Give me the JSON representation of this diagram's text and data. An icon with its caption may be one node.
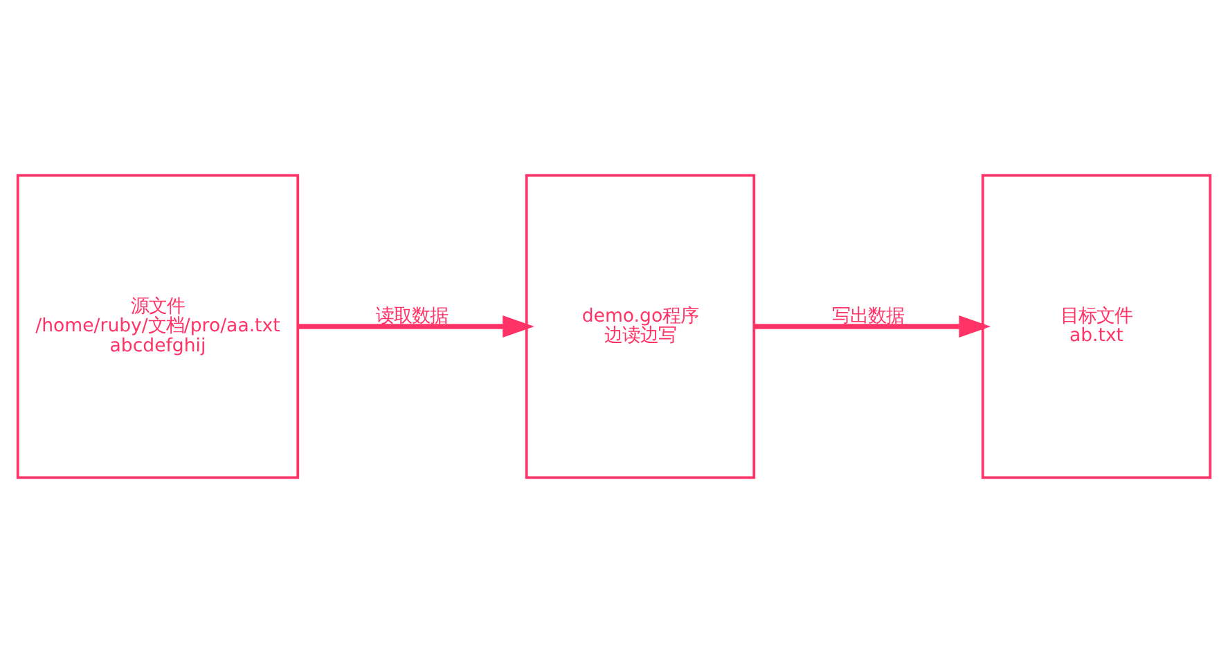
{
  "diagram": {
    "nodes": [
      {
        "text": [
          "源文件",
          "/home/ruby/文档/pro/aa.txt",
          "abcdefghij"
        ]
      },
      {
        "text": [
          "demo.go程序",
          "边读边写"
        ]
      },
      {
        "text": [
          "目标文件",
          "ab.txt"
        ]
      }
    ],
    "edges": [
      {
        "from": 0,
        "to": 1,
        "arrow": "to",
        "label": "读取数据"
      },
      {
        "from": 1,
        "to": 2,
        "arrow": "to",
        "label": "写出数据"
      }
    ]
  }
}
